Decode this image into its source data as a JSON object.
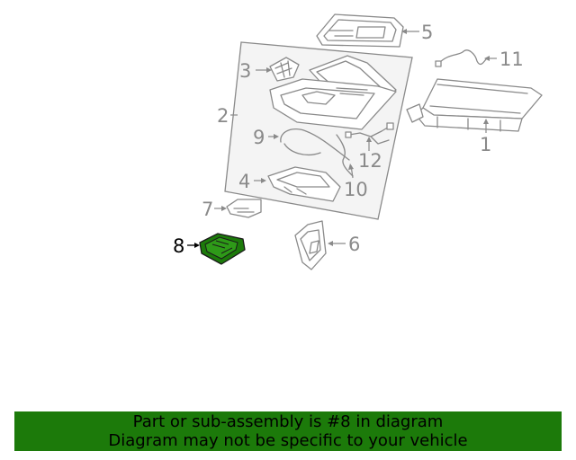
{
  "callouts": {
    "c1": "1",
    "c2": "2",
    "c3": "3",
    "c4": "4",
    "c5": "5",
    "c6": "6",
    "c7": "7",
    "c8": "8",
    "c9": "9",
    "c10": "10",
    "c11": "11",
    "c12": "12"
  },
  "highlight": {
    "callout": "8",
    "color": "#1c7a0a"
  },
  "banner": {
    "line1": "Part or sub-assembly is #8 in diagram",
    "line2": "Diagram may not be specific to your vehicle",
    "background": "#1c7a0a"
  }
}
